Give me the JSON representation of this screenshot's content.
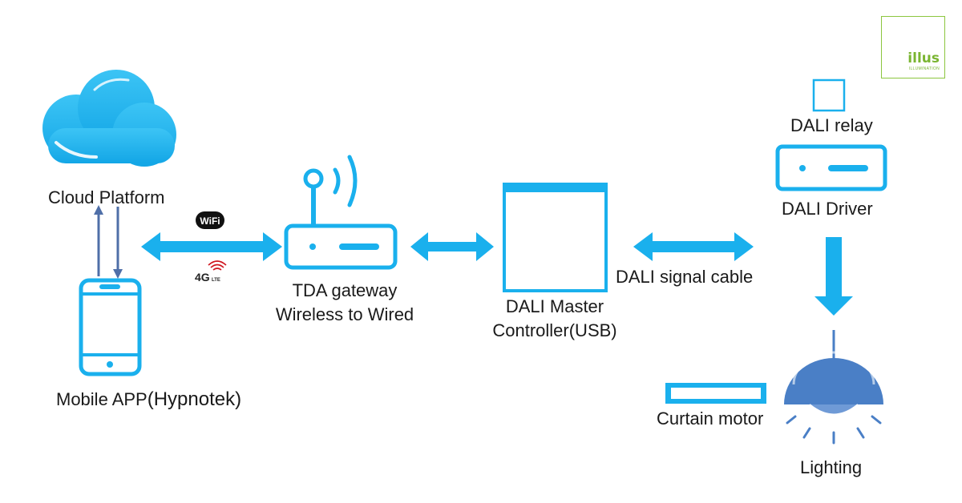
{
  "nodes": {
    "cloud": {
      "label": "Cloud Platform"
    },
    "mobile": {
      "label_prefix": "Mobile APP",
      "label_suffix": "(Hypnotek)"
    },
    "gateway": {
      "line1": "TDA gateway",
      "line2": "Wireless to Wired"
    },
    "master": {
      "line1": "DALI Master",
      "line2": "Controller(USB)"
    },
    "relay": {
      "label": "DALI relay"
    },
    "driver": {
      "label": "DALI Driver"
    },
    "curtain": {
      "label": "Curtain motor"
    },
    "lighting": {
      "label": "Lighting"
    }
  },
  "edges": {
    "cable": {
      "label": "DALI signal cable"
    },
    "wifi_badge": "WiFi",
    "cellular_badge": "4G",
    "cellular_sub": "LTE"
  },
  "logo": {
    "name": "illus",
    "tagline": "ILLUMINATION"
  },
  "colors": {
    "accent": "#1ab0ed",
    "lamp": "#4a7fc6",
    "phone_link": "#4f6fa8",
    "logo": "#7ab531"
  }
}
